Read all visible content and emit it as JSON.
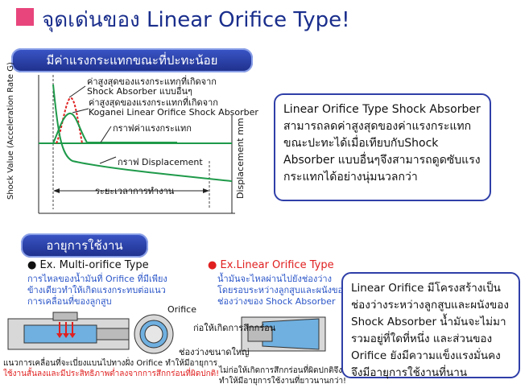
{
  "header": {
    "title": "จุดเด่นของ Linear Orifice Type!"
  },
  "section1": {
    "banner": "มีค่าแรงกระแทกขณะที่ปะทะน้อย",
    "graph": {
      "y_left_label": "Shock Value (Acceleration Rate G)",
      "y_right_label": "Displacement mm",
      "ann1": [
        "ค่าสูงสุดของแรงกระแทกที่เกิดจาก",
        "Shock Absorber แบบอื่นๆ"
      ],
      "ann2": [
        "ค่าสูงสุดของแรงกระแทกที่เกิดจาก",
        "Koganei Linear Orifice Shock Absorber"
      ],
      "ann3": "กราฟค่าแรงกระแทก",
      "ann4": "กราฟ Displacement",
      "ann5": "ระยะเวลาการทำงาน"
    },
    "info": "Linear Orifice Type Shock Absorber สามารถลดค่าสูงสุดของค่าแรงกระแทกขณะปะทะได้เมื่อเทียบกับShock Absorber แบบอื่นๆจึงสามารถดูดซับแรงกระแทกได้อย่างนุ่มนวลกว่า"
  },
  "section2": {
    "banner": "อายุการใช้งาน",
    "left": {
      "title": "● Ex. Multi-orifice Type",
      "desc": [
        "การไหลของน้ำมันที่ Orifice ที่มีเพียง",
        "ข้างเดียวทำให้เกิดแรงกระทบต่อแนว",
        "การเคลื่อนที่ของลูกสูบ"
      ],
      "orifice_label": "Orifice",
      "notes": [
        "แนวการเคลื่อนที่จะเบี่ยงแบนไปทางฝั่ง Orifice ทำให้มีอายุการ",
        "ใช้งานสั้นลงและมีประสิทธิภาพต่ำลงจากการสึกกร่อนที่ผิดปกติ!"
      ]
    },
    "right": {
      "title": "● Ex.Linear Orifice Type",
      "desc": [
        "น้ำมันจะไหลผ่านไปยังช่องว่าง",
        "โดยรอบระหว่างลูกสูบและผนังของ",
        "ช่องว่างของ Shock Absorber"
      ],
      "label_wear": "ก่อให้เกิดการสึกกร่อน",
      "label_gap": "ช่องว่างขนาดใหญ่",
      "notes": [
        "ไม่ก่อให้เกิดการสึกกร่อนที่ผิดปกติจึง",
        "ทำให้มีอายุการใช้งานที่ยาวนานกว่า!"
      ]
    },
    "info": "Linear Orifice มีโครงสร้างเป็นช่องว่างระหว่างลูกสูบและผนังของ Shock Absorber น้ำมันจะไม่มารวมอยู่ที่ใดที่หนึ่ง และส่วนของ Orifice ยังมีความแข็งแรงมั่นคงจึงมีอายุการใช้งานที่นาน"
  },
  "colors": {
    "accent_pink": "#e8457c",
    "navy": "#1a2e8c",
    "green": "#1f9a4a",
    "red": "#e02020",
    "blue_text": "#2a55c8"
  }
}
